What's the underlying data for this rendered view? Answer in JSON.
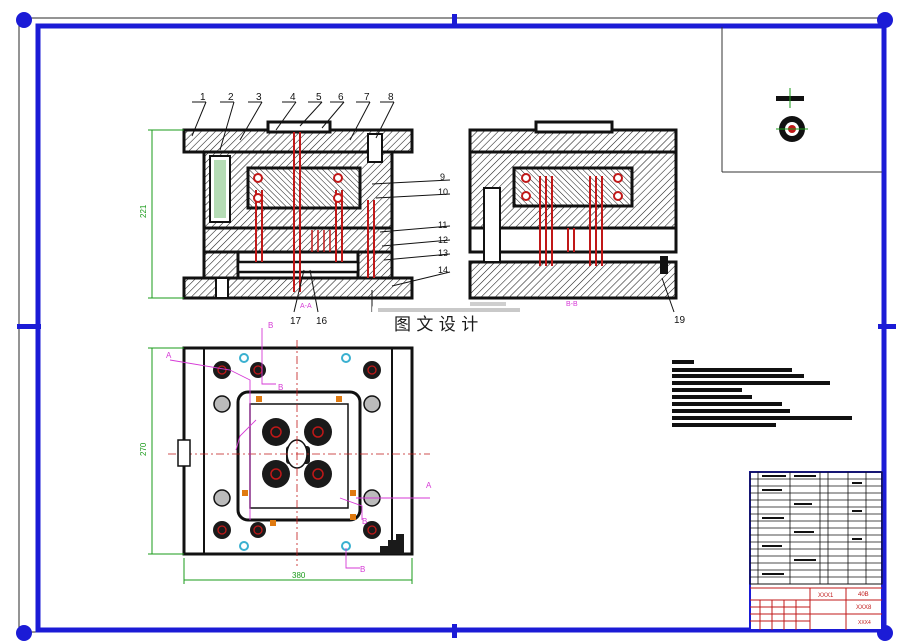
{
  "drawing": {
    "colors": {
      "border": "#1b1bd6",
      "ink": "#111111",
      "section_red": "#c01818",
      "dimension_green": "#1a9b1a",
      "cut_magenta": "#d63ad6",
      "marker_orange": "#e07a10",
      "bolt_cyan": "#3ab0d0"
    },
    "dimensions": {
      "front_height": "221",
      "plan_height": "270",
      "plan_width": "380"
    },
    "section_labels": {
      "front": "A-A",
      "side": "B-B"
    },
    "part_callouts": [
      "1",
      "2",
      "3",
      "4",
      "5",
      "6",
      "7",
      "8",
      "9",
      "10",
      "11",
      "12",
      "13",
      "14",
      "16",
      "17",
      "19"
    ],
    "cut_marks": {
      "a": "A",
      "b": "B"
    },
    "watermark": {
      "text": "图 文 设 计",
      "icon": "logo-bar-icon"
    },
    "title_block": {
      "drawing_name": "40B",
      "field_a": "XXX1",
      "field_b": "XXX8",
      "sheet_no": "XXX4"
    }
  }
}
